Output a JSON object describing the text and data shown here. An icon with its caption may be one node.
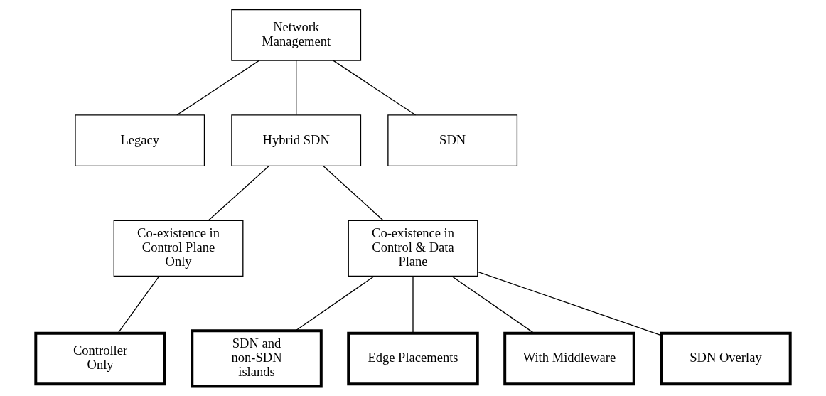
{
  "diagram": {
    "nodes": [
      {
        "text": [
          "Network Management"
        ]
      },
      {
        "text": [
          "Legacy"
        ]
      },
      {
        "text": [
          "Hybrid SDN"
        ]
      },
      {
        "text": [
          "SDN"
        ]
      },
      {
        "text": [
          "Co-existence in Control Plane Only"
        ]
      },
      {
        "text": [
          "Co-existence in Control & Data Plane"
        ]
      },
      {
        "text": [
          "Controller Only"
        ]
      },
      {
        "text": [
          "SDN and non-SDN islands"
        ]
      },
      {
        "text": [
          "Edge Placements"
        ]
      },
      {
        "text": [
          "With Middleware"
        ]
      },
      {
        "text": [
          "SDN Overlay"
        ]
      }
    ],
    "edges": [
      {
        "from": 0,
        "to": 1,
        "arrow": "none"
      },
      {
        "from": 0,
        "to": 2,
        "arrow": "none"
      },
      {
        "from": 0,
        "to": 3,
        "arrow": "none"
      },
      {
        "from": 2,
        "to": 4,
        "arrow": "none"
      },
      {
        "from": 2,
        "to": 5,
        "arrow": "none"
      },
      {
        "from": 4,
        "to": 6,
        "arrow": "none"
      },
      {
        "from": 5,
        "to": 7,
        "arrow": "none"
      },
      {
        "from": 5,
        "to": 8,
        "arrow": "none"
      },
      {
        "from": 5,
        "to": 9,
        "arrow": "none"
      },
      {
        "from": 5,
        "to": 10,
        "arrow": "none"
      }
    ]
  }
}
